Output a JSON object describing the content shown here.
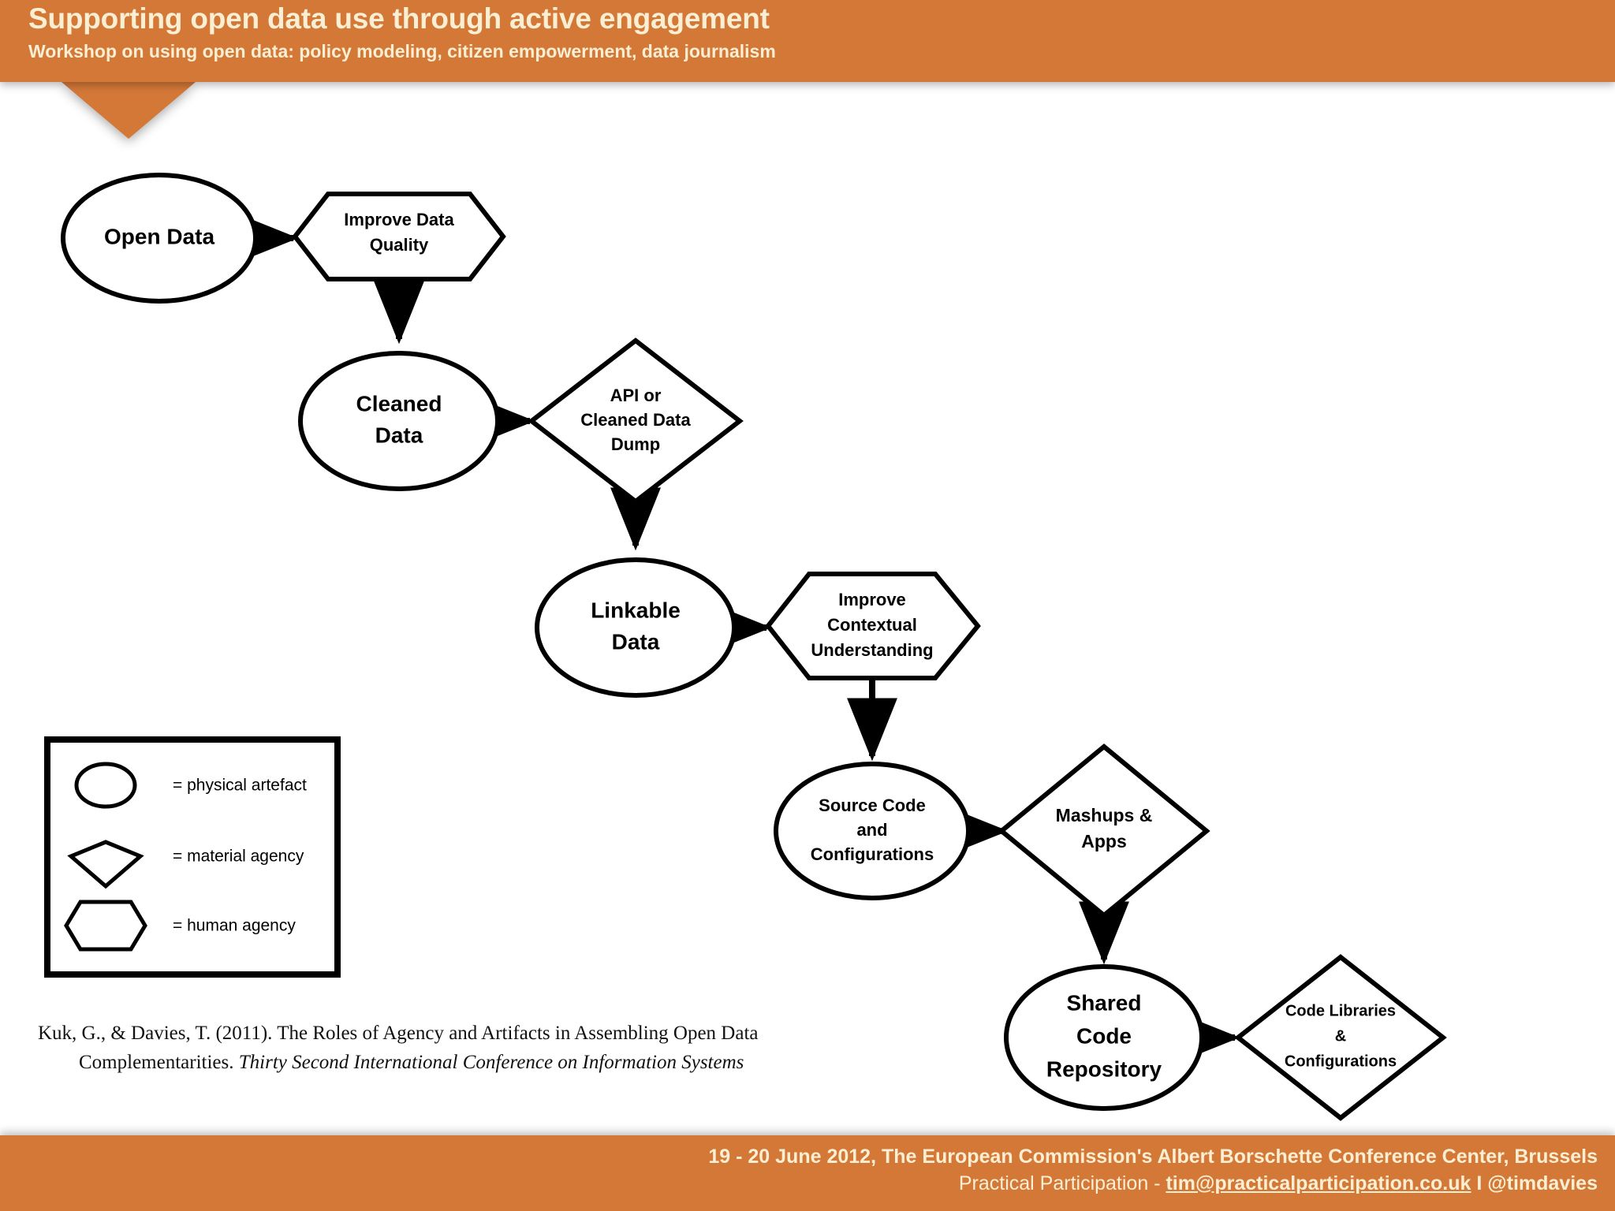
{
  "header": {
    "title": "Supporting open data use through active engagement",
    "subtitle": "Workshop on using open data: policy modeling, citizen empowerment, data journalism",
    "background_color": "#D47838",
    "text_color": "#FBEFD3"
  },
  "footer": {
    "line1": "19 - 20 June 2012, The European Commission's Albert Borschette Conference Center, Brussels",
    "line2_prefix": "Practical Participation - ",
    "line2_email": "tim@practicalparticipation.co.uk",
    "line2_separator": " I ",
    "line2_twitter": "@timdavies",
    "background_color": "#D47838",
    "text_color": "#FBEFD3"
  },
  "diagram": {
    "nodes": [
      {
        "id": "open-data",
        "label": "Open Data",
        "shape": "ellipse",
        "lines": [
          "Open Data"
        ],
        "font_size": 28
      },
      {
        "id": "improve-quality",
        "label": "Improve Data Quality",
        "shape": "hexagon",
        "lines": [
          "Improve Data",
          "Quality"
        ],
        "font_size": 22
      },
      {
        "id": "cleaned-data",
        "label": "Cleaned Data",
        "shape": "ellipse",
        "lines": [
          "Cleaned",
          "Data"
        ],
        "font_size": 28
      },
      {
        "id": "api-dump",
        "label": "API or Cleaned Data Dump",
        "shape": "diamond",
        "lines": [
          "API or",
          "Cleaned Data",
          "Dump"
        ],
        "font_size": 22
      },
      {
        "id": "linkable-data",
        "label": "Linkable Data",
        "shape": "ellipse",
        "lines": [
          "Linkable",
          "Data"
        ],
        "font_size": 28
      },
      {
        "id": "improve-context",
        "label": "Improve Contextual Understanding",
        "shape": "hexagon",
        "lines": [
          "Improve",
          "Contextual",
          "Understanding"
        ],
        "font_size": 22
      },
      {
        "id": "source-code",
        "label": "Source Code and Configurations",
        "shape": "ellipse",
        "lines": [
          "Source Code",
          "and",
          "Configurations"
        ],
        "font_size": 22
      },
      {
        "id": "mashups-apps",
        "label": "Mashups & Apps",
        "shape": "diamond",
        "lines": [
          "Mashups &",
          "Apps"
        ],
        "font_size": 23
      },
      {
        "id": "shared-repo",
        "label": "Shared Code Repository",
        "shape": "ellipse",
        "lines": [
          "Shared",
          "Code",
          "Repository"
        ],
        "font_size": 28
      },
      {
        "id": "code-libraries",
        "label": "Code Libraries & Configurations",
        "shape": "diamond",
        "lines": [
          "Code Libraries",
          "&",
          "Configurations"
        ],
        "font_size": 20
      }
    ],
    "edges": [
      {
        "from": "open-data",
        "to": "improve-quality"
      },
      {
        "from": "improve-quality",
        "to": "cleaned-data"
      },
      {
        "from": "cleaned-data",
        "to": "api-dump"
      },
      {
        "from": "api-dump",
        "to": "linkable-data"
      },
      {
        "from": "linkable-data",
        "to": "improve-context"
      },
      {
        "from": "improve-context",
        "to": "source-code"
      },
      {
        "from": "source-code",
        "to": "mashups-apps"
      },
      {
        "from": "mashups-apps",
        "to": "shared-repo"
      },
      {
        "from": "shared-repo",
        "to": "code-libraries"
      }
    ]
  },
  "legend": {
    "items": [
      {
        "shape": "ellipse",
        "label": "= physical artefact"
      },
      {
        "shape": "diamond",
        "label": "= material agency"
      },
      {
        "shape": "hexagon",
        "label": "= human agency"
      }
    ]
  },
  "citation": {
    "part1": "Kuk, G., & Davies, T. (2011). The Roles of Agency and Artifacts in Assembling Open Data Complementarities. ",
    "part2_italic": "Thirty Second International Conference on Information Systems"
  }
}
